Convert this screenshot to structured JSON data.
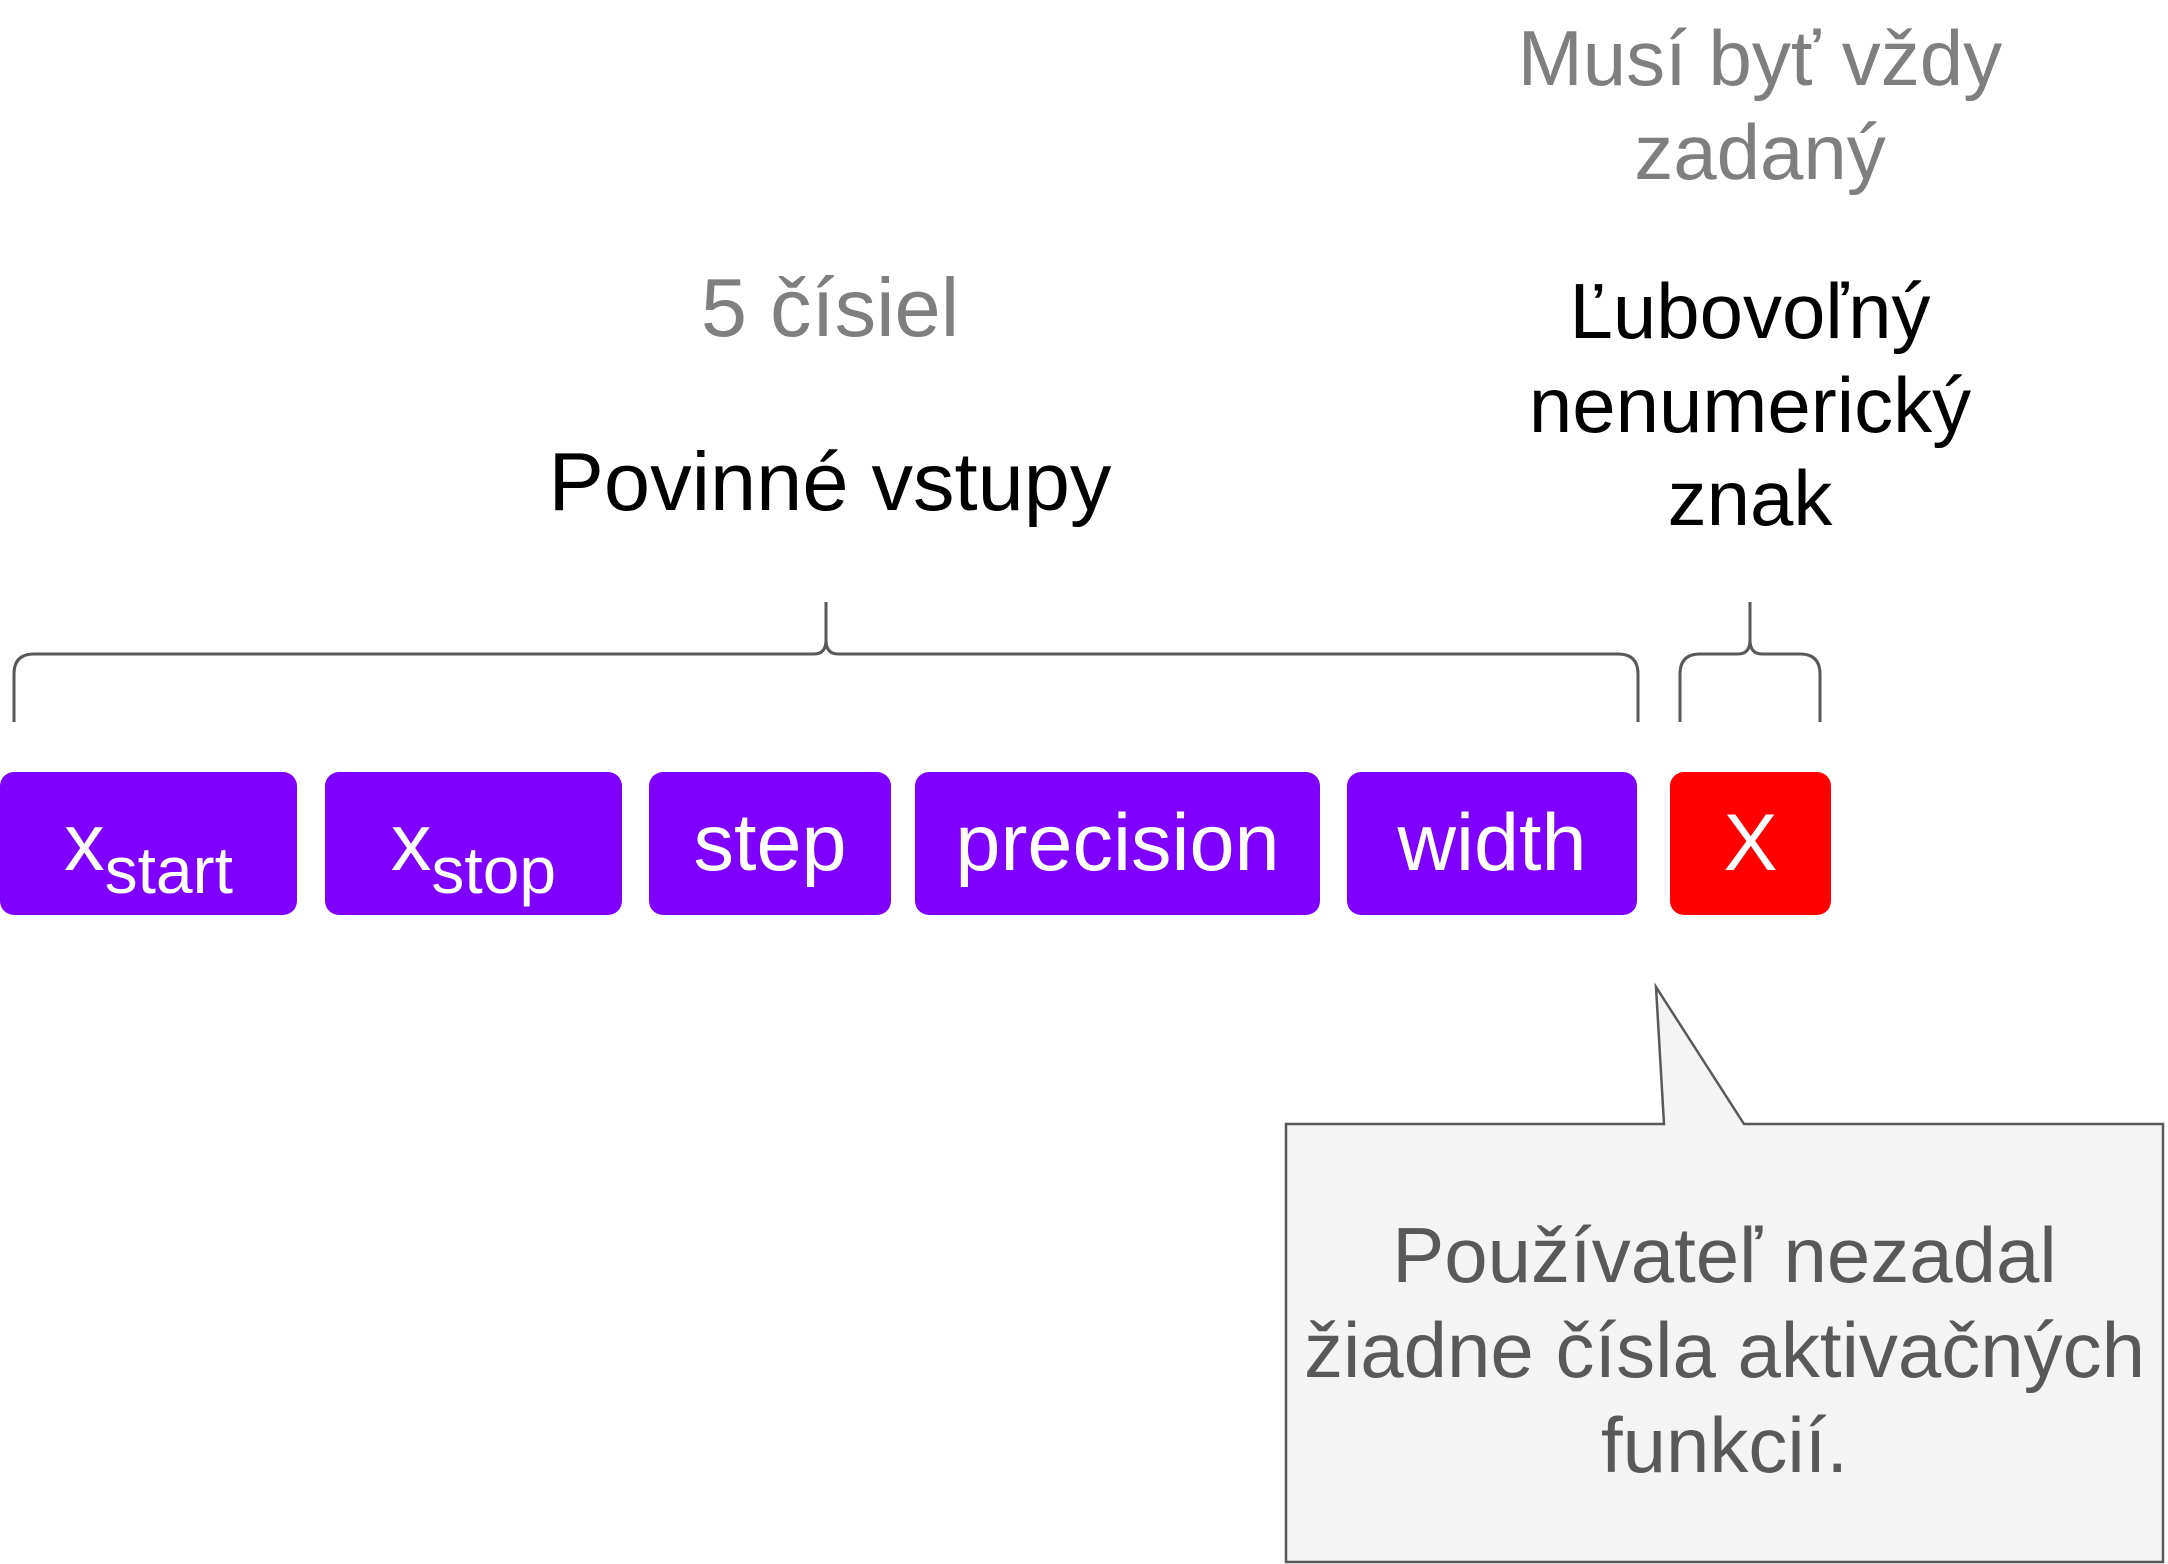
{
  "labels": {
    "mandatory_count": "5 čísiel",
    "mandatory_title": "Povinné vstupy",
    "always_required": "Musí byť vždy zadaný",
    "any_char": "Ľubovoľný nenumerický znak"
  },
  "inputs": [
    {
      "main": "x",
      "sub": "start",
      "color": "#7f00ff"
    },
    {
      "main": "x",
      "sub": "stop",
      "color": "#7f00ff"
    },
    {
      "main": "step",
      "sub": "",
      "color": "#7f00ff"
    },
    {
      "main": "precision",
      "sub": "",
      "color": "#7f00ff"
    },
    {
      "main": "width",
      "sub": "",
      "color": "#7f00ff"
    },
    {
      "main": "X",
      "sub": "",
      "color": "#ff0000"
    }
  ],
  "callout": {
    "text": "Používateľ nezadal žiadne čísla aktivačných funkcií.",
    "fill": "#f4f4f4",
    "border": "#595959"
  }
}
